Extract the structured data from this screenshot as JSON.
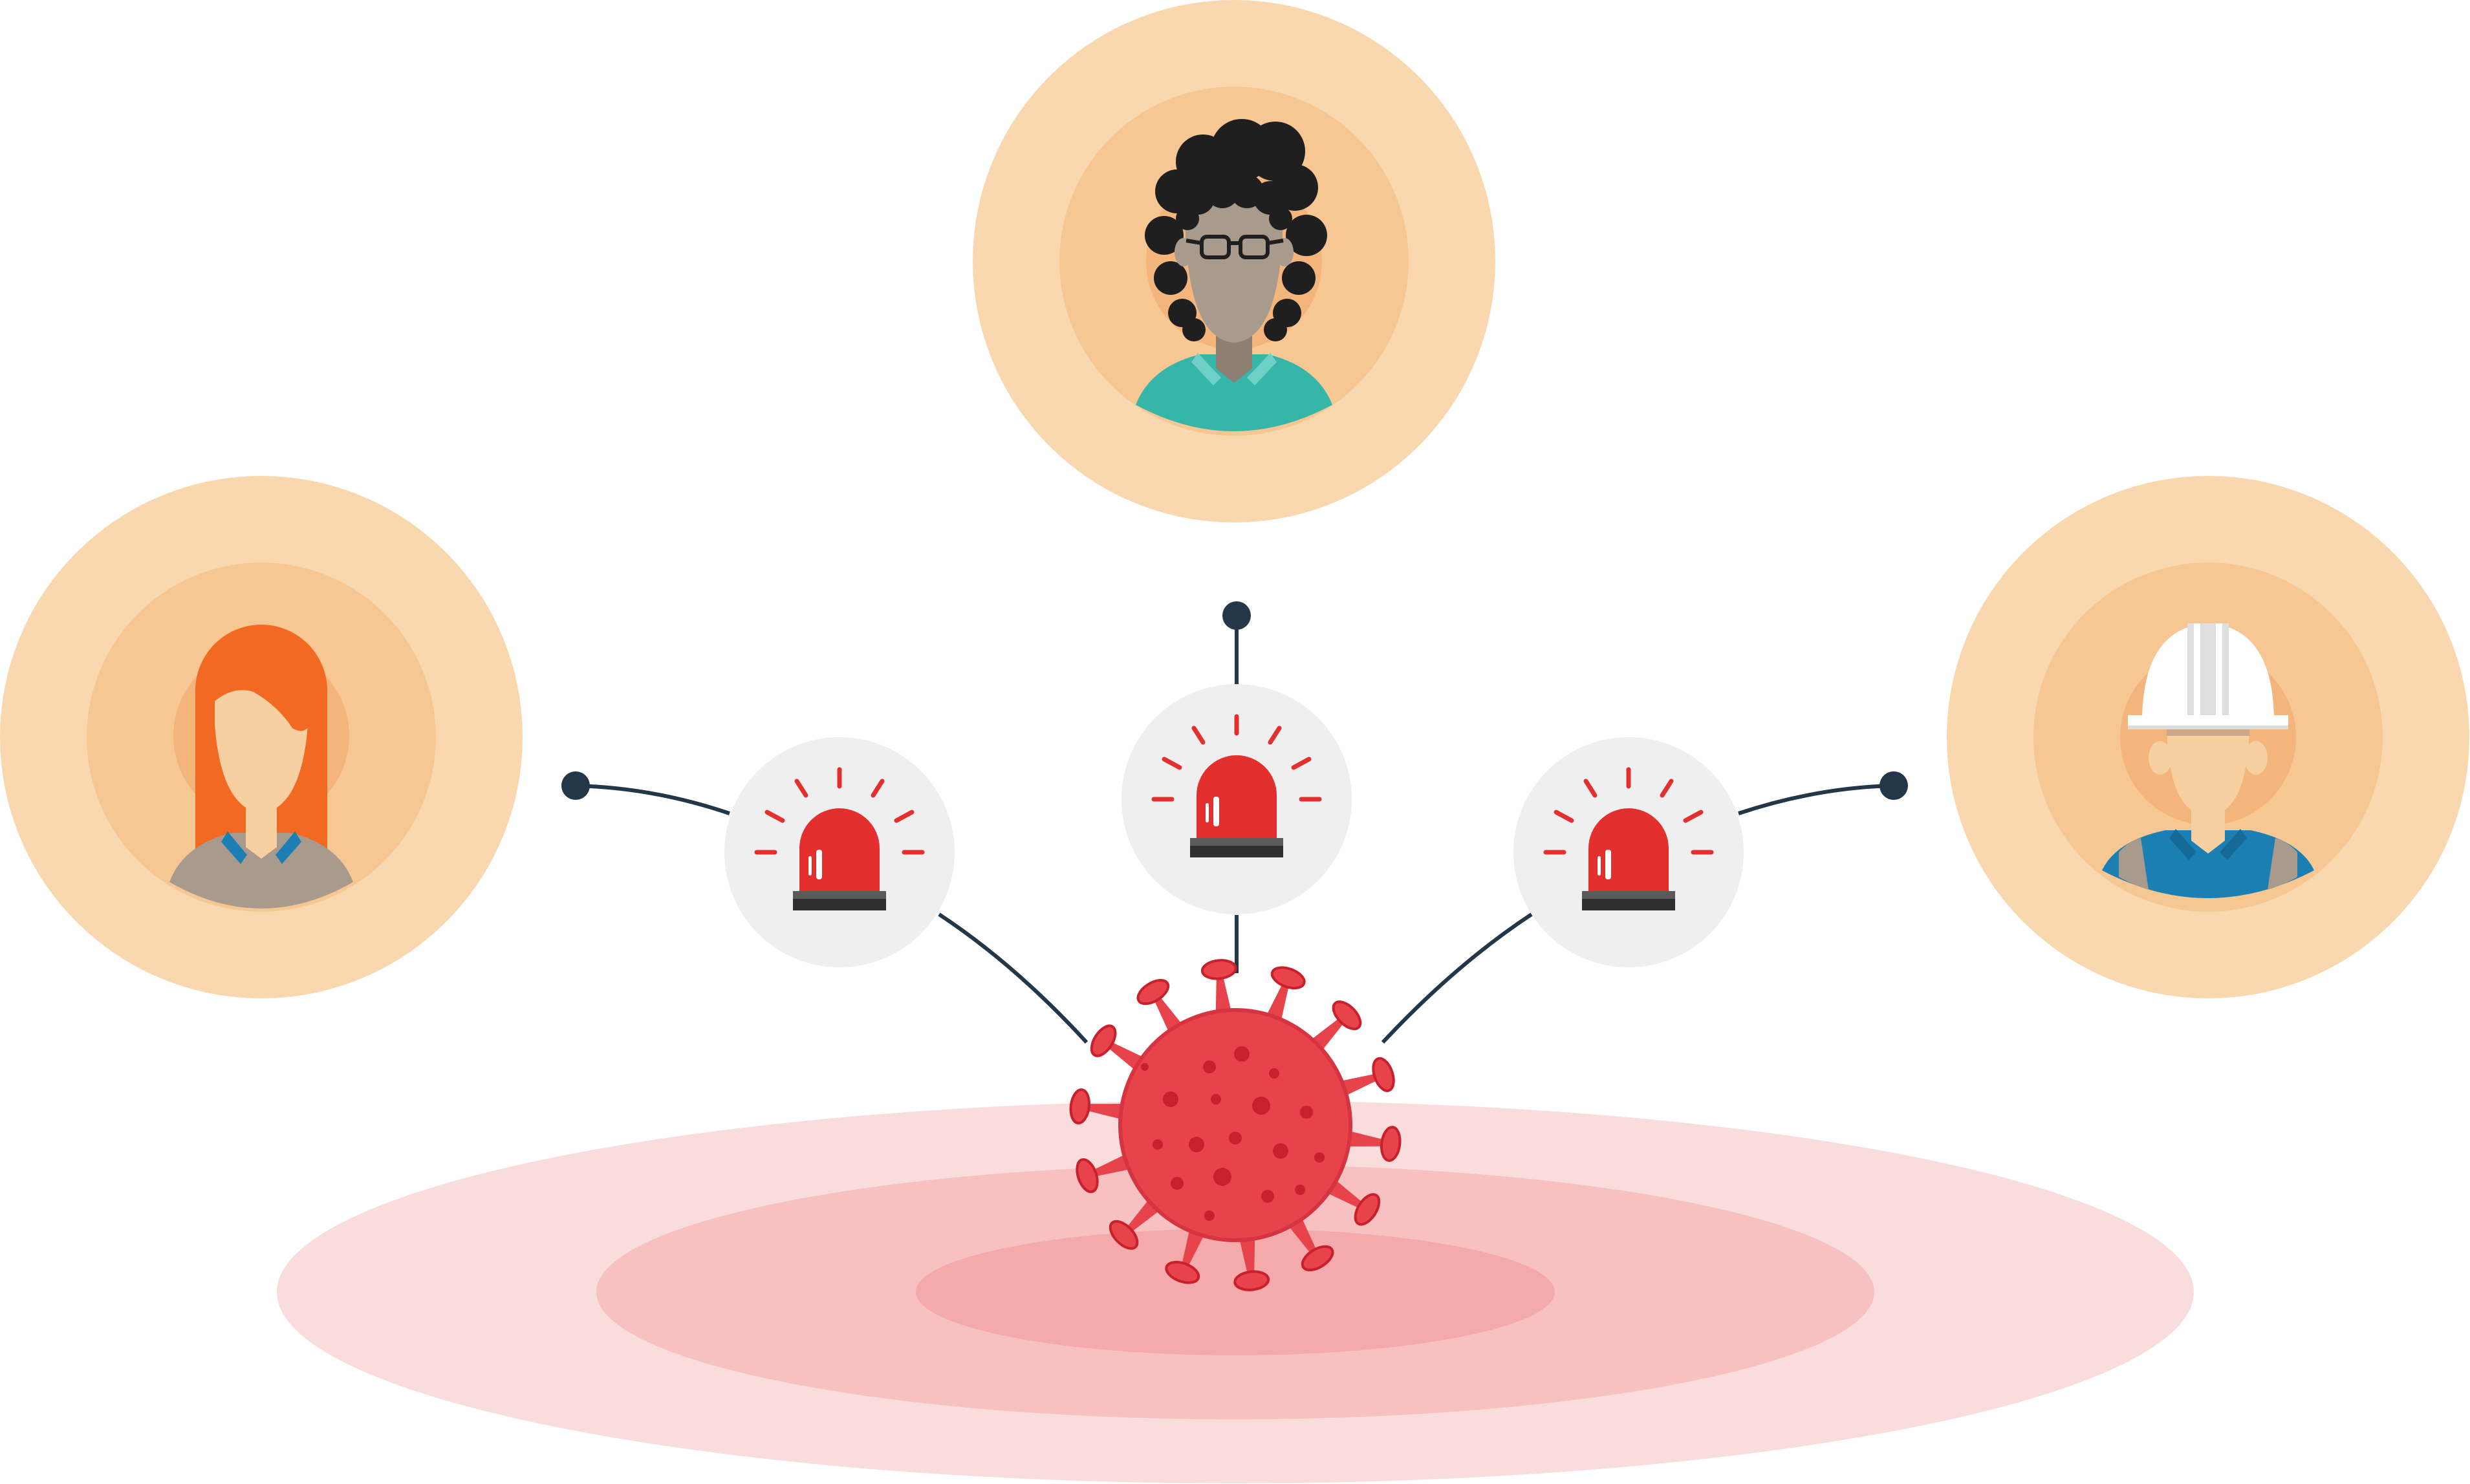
{
  "scene": {
    "kind": "virus-contact-alert-illustration",
    "colors": {
      "background": "#ffffff",
      "avatar_ring_outer": "#f9d8b0",
      "avatar_ring_inner": "#f6c792",
      "alert_badge_bg": "#efefef",
      "siren_red": "#e3302f",
      "siren_base": "#3a3a3a",
      "siren_rays": "#e3302f",
      "connector_line": "#233748",
      "connector_dot": "#233748",
      "virus_body": "#e8424b",
      "virus_spots": "#c8202c",
      "ripple_outer": "#f9dcdc",
      "ripple_mid": "#f7c1c2",
      "ripple_inner": "#f4a9aa"
    },
    "people": [
      {
        "id": "woman-orange-hair",
        "icon": "woman-avatar-icon",
        "hair": "#f26a22",
        "skin": "#f7d0a2",
        "shirt": "#a89a8c",
        "collar": "#1b7fb4"
      },
      {
        "id": "person-glasses-curly-hair",
        "icon": "person-with-glasses-avatar-icon",
        "hair": "#1f1f1f",
        "skin": "#a89a8c",
        "shirt": "#35b6a8",
        "collar": "#6dcfc6"
      },
      {
        "id": "worker-hard-hat",
        "icon": "construction-worker-avatar-icon",
        "helmet": "#ffffff",
        "skin": "#f7d0a2",
        "shirt": "#1b7fb4",
        "vest": "#a89a8c"
      }
    ],
    "alerts": [
      {
        "id": "alert-left",
        "icon": "alarm-siren-icon"
      },
      {
        "id": "alert-center",
        "icon": "alarm-siren-icon"
      },
      {
        "id": "alert-right",
        "icon": "alarm-siren-icon"
      }
    ],
    "source": {
      "icon": "coronavirus-icon"
    }
  }
}
